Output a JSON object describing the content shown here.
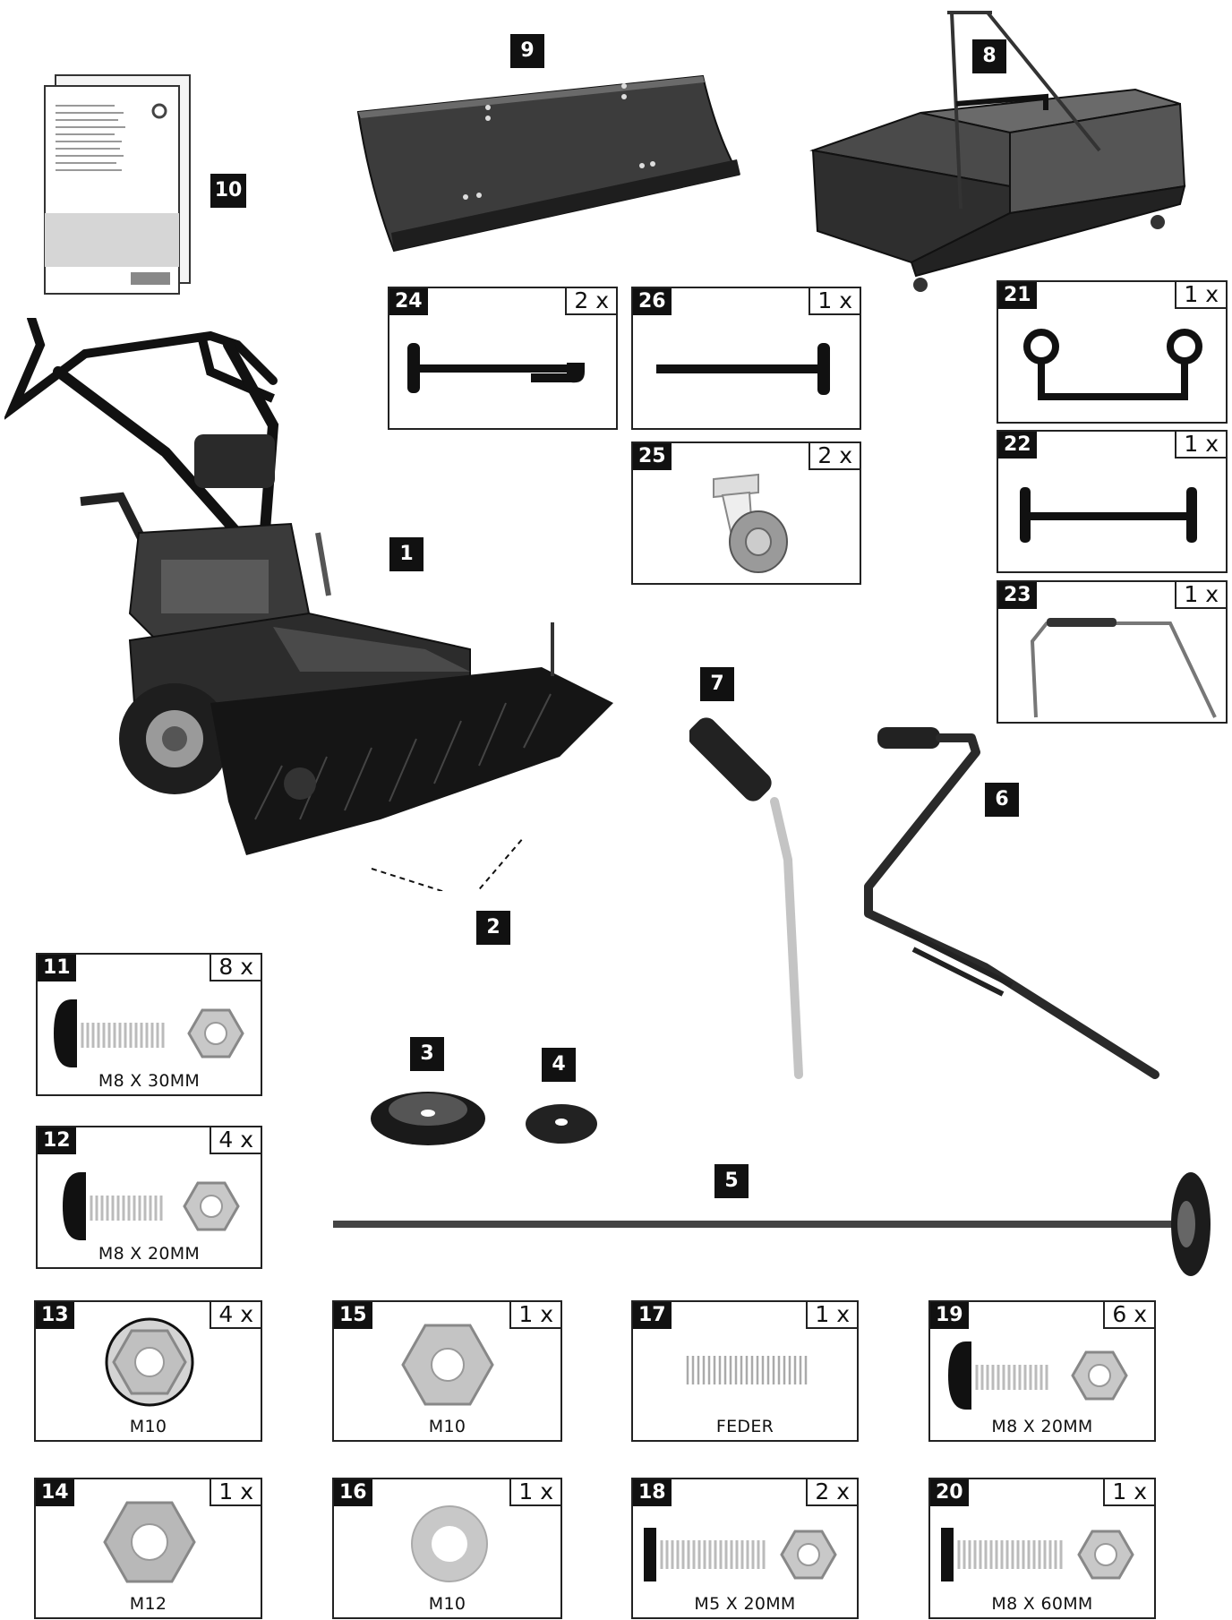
{
  "callouts": {
    "n1": "1",
    "n2": "2",
    "n3": "3",
    "n4": "4",
    "n5": "5",
    "n6": "6",
    "n7": "7",
    "n8": "8",
    "n9": "9",
    "n10": "10"
  },
  "parts": [
    {
      "id": "11",
      "qty": "8 x",
      "label": "M8 X 30MM"
    },
    {
      "id": "12",
      "qty": "4 x",
      "label": "M8 X 20MM"
    },
    {
      "id": "13",
      "qty": "4 x",
      "label": "M10"
    },
    {
      "id": "14",
      "qty": "1 x",
      "label": "M12"
    },
    {
      "id": "15",
      "qty": "1 x",
      "label": "M10"
    },
    {
      "id": "16",
      "qty": "1 x",
      "label": "M10"
    },
    {
      "id": "17",
      "qty": "1 x",
      "label": "FEDER"
    },
    {
      "id": "18",
      "qty": "2 x",
      "label": "M5 X 20MM"
    },
    {
      "id": "19",
      "qty": "6 x",
      "label": "M8 X 20MM"
    },
    {
      "id": "20",
      "qty": "1 x",
      "label": "M8 X 60MM"
    },
    {
      "id": "21",
      "qty": "1 x",
      "label": ""
    },
    {
      "id": "22",
      "qty": "1 x",
      "label": ""
    },
    {
      "id": "23",
      "qty": "1 x",
      "label": ""
    },
    {
      "id": "24",
      "qty": "2 x",
      "label": ""
    },
    {
      "id": "25",
      "qty": "2 x",
      "label": ""
    },
    {
      "id": "26",
      "qty": "1 x",
      "label": ""
    }
  ],
  "colors": {
    "ink": "#111111",
    "metal": "#b5b5b5",
    "dark": "#3a3a3a"
  }
}
